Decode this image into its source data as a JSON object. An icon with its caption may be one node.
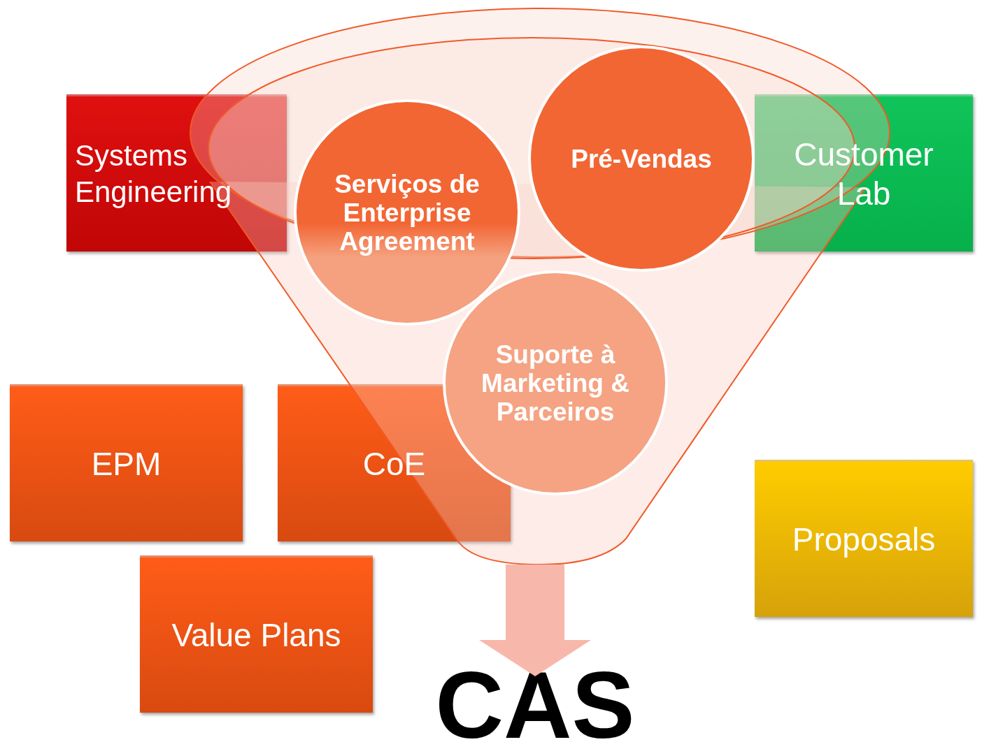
{
  "diagram": {
    "nodes": [
      {
        "text": [
          "Systems Engineering"
        ]
      },
      {
        "text": [
          "Customer Lab"
        ]
      },
      {
        "text": [
          "EPM"
        ]
      },
      {
        "text": [
          "CoE"
        ]
      },
      {
        "text": [
          "Value Plans"
        ]
      },
      {
        "text": [
          "Proposals"
        ]
      },
      {
        "text": [],
        "shape": "funnel"
      },
      {
        "text": [
          "Serviços de Enterprise Agreement"
        ]
      },
      {
        "text": [
          "Pré-Vendas"
        ]
      },
      {
        "text": [
          "Suporte à Marketing & Parceiros"
        ],
        "in": 6
      },
      {
        "text": [
          "CAS"
        ]
      }
    ],
    "edges": [
      {
        "from": 6,
        "to": 10,
        "arrow": "to"
      }
    ]
  }
}
